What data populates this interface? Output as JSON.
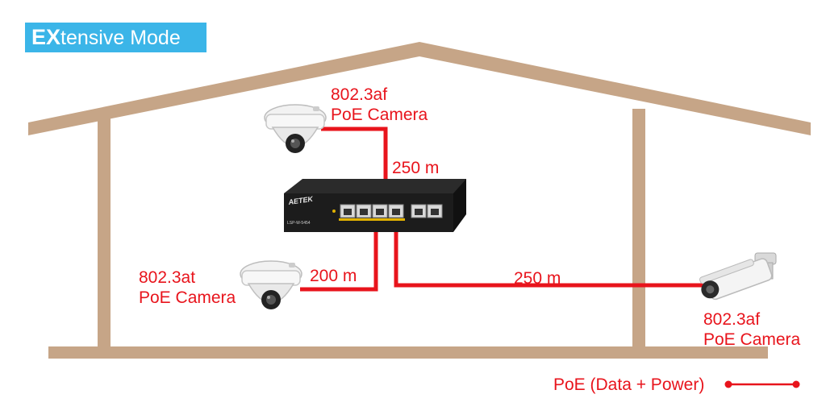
{
  "mode_badge": {
    "bold": "EX",
    "rest": "tensive Mode",
    "color": "#3bb5e8"
  },
  "colors": {
    "house": "#c6a587",
    "cable": "#e8141c",
    "label": "#e8141c"
  },
  "switch": {
    "brand": "AETEK",
    "model": "LSP-W-5454"
  },
  "devices": {
    "top_camera": {
      "standard": "802.3af",
      "type": "PoE Camera",
      "distance": "250 m",
      "icon": "dome-camera-icon"
    },
    "left_camera": {
      "standard": "802.3at",
      "type": "PoE Camera",
      "distance": "200 m",
      "icon": "dome-camera-icon"
    },
    "right_camera": {
      "standard": "802.3af",
      "type": "PoE Camera",
      "distance": "250 m",
      "icon": "bullet-camera-icon"
    }
  },
  "legend": {
    "label": "PoE (Data + Power)",
    "icon": "cable-line-icon"
  }
}
